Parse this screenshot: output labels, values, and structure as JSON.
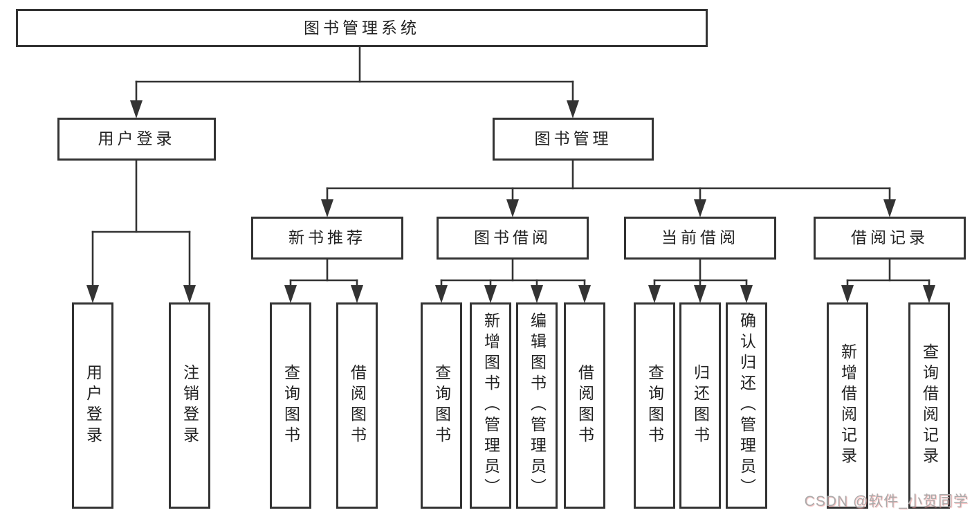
{
  "tree": {
    "label": "图书管理系统",
    "children": [
      {
        "label": "用户登录",
        "children": [
          {
            "label": "用户登录"
          },
          {
            "label": "注销登录"
          }
        ]
      },
      {
        "label": "图书管理",
        "children": [
          {
            "label": "新书推荐",
            "children": [
              {
                "label": "查询图书"
              },
              {
                "label": "借阅图书"
              }
            ]
          },
          {
            "label": "图书借阅",
            "children": [
              {
                "label": "查询图书"
              },
              {
                "label": "新增图书（管理员）"
              },
              {
                "label": "编辑图书（管理员）"
              },
              {
                "label": "借阅图书"
              }
            ]
          },
          {
            "label": "当前借阅",
            "children": [
              {
                "label": "查询图书"
              },
              {
                "label": "归还图书"
              },
              {
                "label": "确认归还（管理员）"
              }
            ]
          },
          {
            "label": "借阅记录",
            "children": [
              {
                "label": "新增借阅记录"
              },
              {
                "label": "查询借阅记录"
              }
            ]
          }
        ]
      }
    ]
  },
  "watermark": "CSDN @软件_小贺同学",
  "colors": {
    "line": "#333333",
    "box_border": "#333333",
    "text": "#222222",
    "watermark_text": "#ababab"
  }
}
